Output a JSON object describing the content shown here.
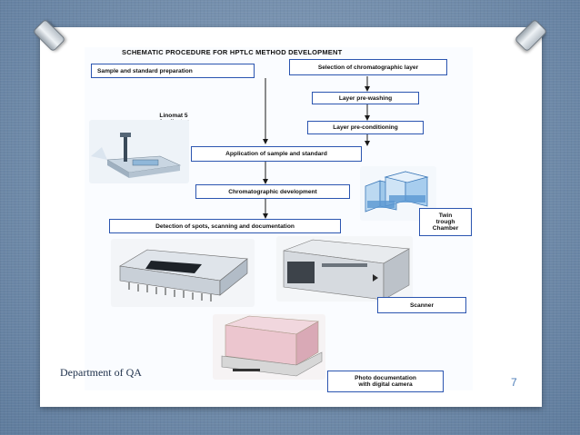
{
  "slide": {
    "footer": "Department of QA",
    "page_number": "7"
  },
  "diagram": {
    "title": "SCHEMATIC PROCEDURE FOR HPTLC METHOD DEVELOPMENT",
    "steps": {
      "sample_prep": "Sample and standard preparation",
      "select_layer": "Selection of chromatographic layer",
      "prewash": "Layer pre-washing",
      "precondition": "Layer pre-conditioning",
      "application": "Application of sample and standard",
      "development": "Chromatographic development",
      "detection": "Detection of spots, scanning and documentation"
    },
    "equipment": {
      "linomat_line1": "Linomat 5",
      "linomat_line2": "Applicator",
      "twin_line1": "Twin",
      "twin_line2": "trough",
      "twin_line3": "Chamber",
      "scanner": "Scanner",
      "photo_line1": "Photo documentation",
      "photo_line2": "with digital camera"
    }
  }
}
